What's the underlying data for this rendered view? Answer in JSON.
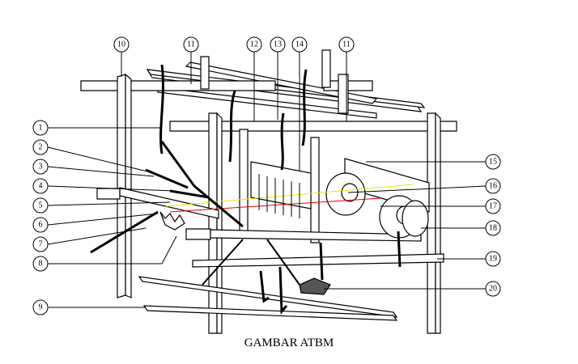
{
  "caption": "GAMBAR ATBM",
  "colors": {
    "yarn_red": "#e60000",
    "yarn_yellow": "#e8e800",
    "frame_fill": "#ffffff",
    "ink": "#000000"
  },
  "callouts": {
    "c1": "1",
    "c2": "2",
    "c3": "3",
    "c4": "4",
    "c5": "5",
    "c6": "6",
    "c7": "7",
    "c8": "8",
    "c9": "9",
    "c10": "10",
    "c11a": "11",
    "c11b": "11",
    "c12": "12",
    "c13": "13",
    "c14": "14",
    "c15": "15",
    "c16": "16",
    "c17": "17",
    "c18": "18",
    "c19": "19",
    "c20": "20"
  }
}
